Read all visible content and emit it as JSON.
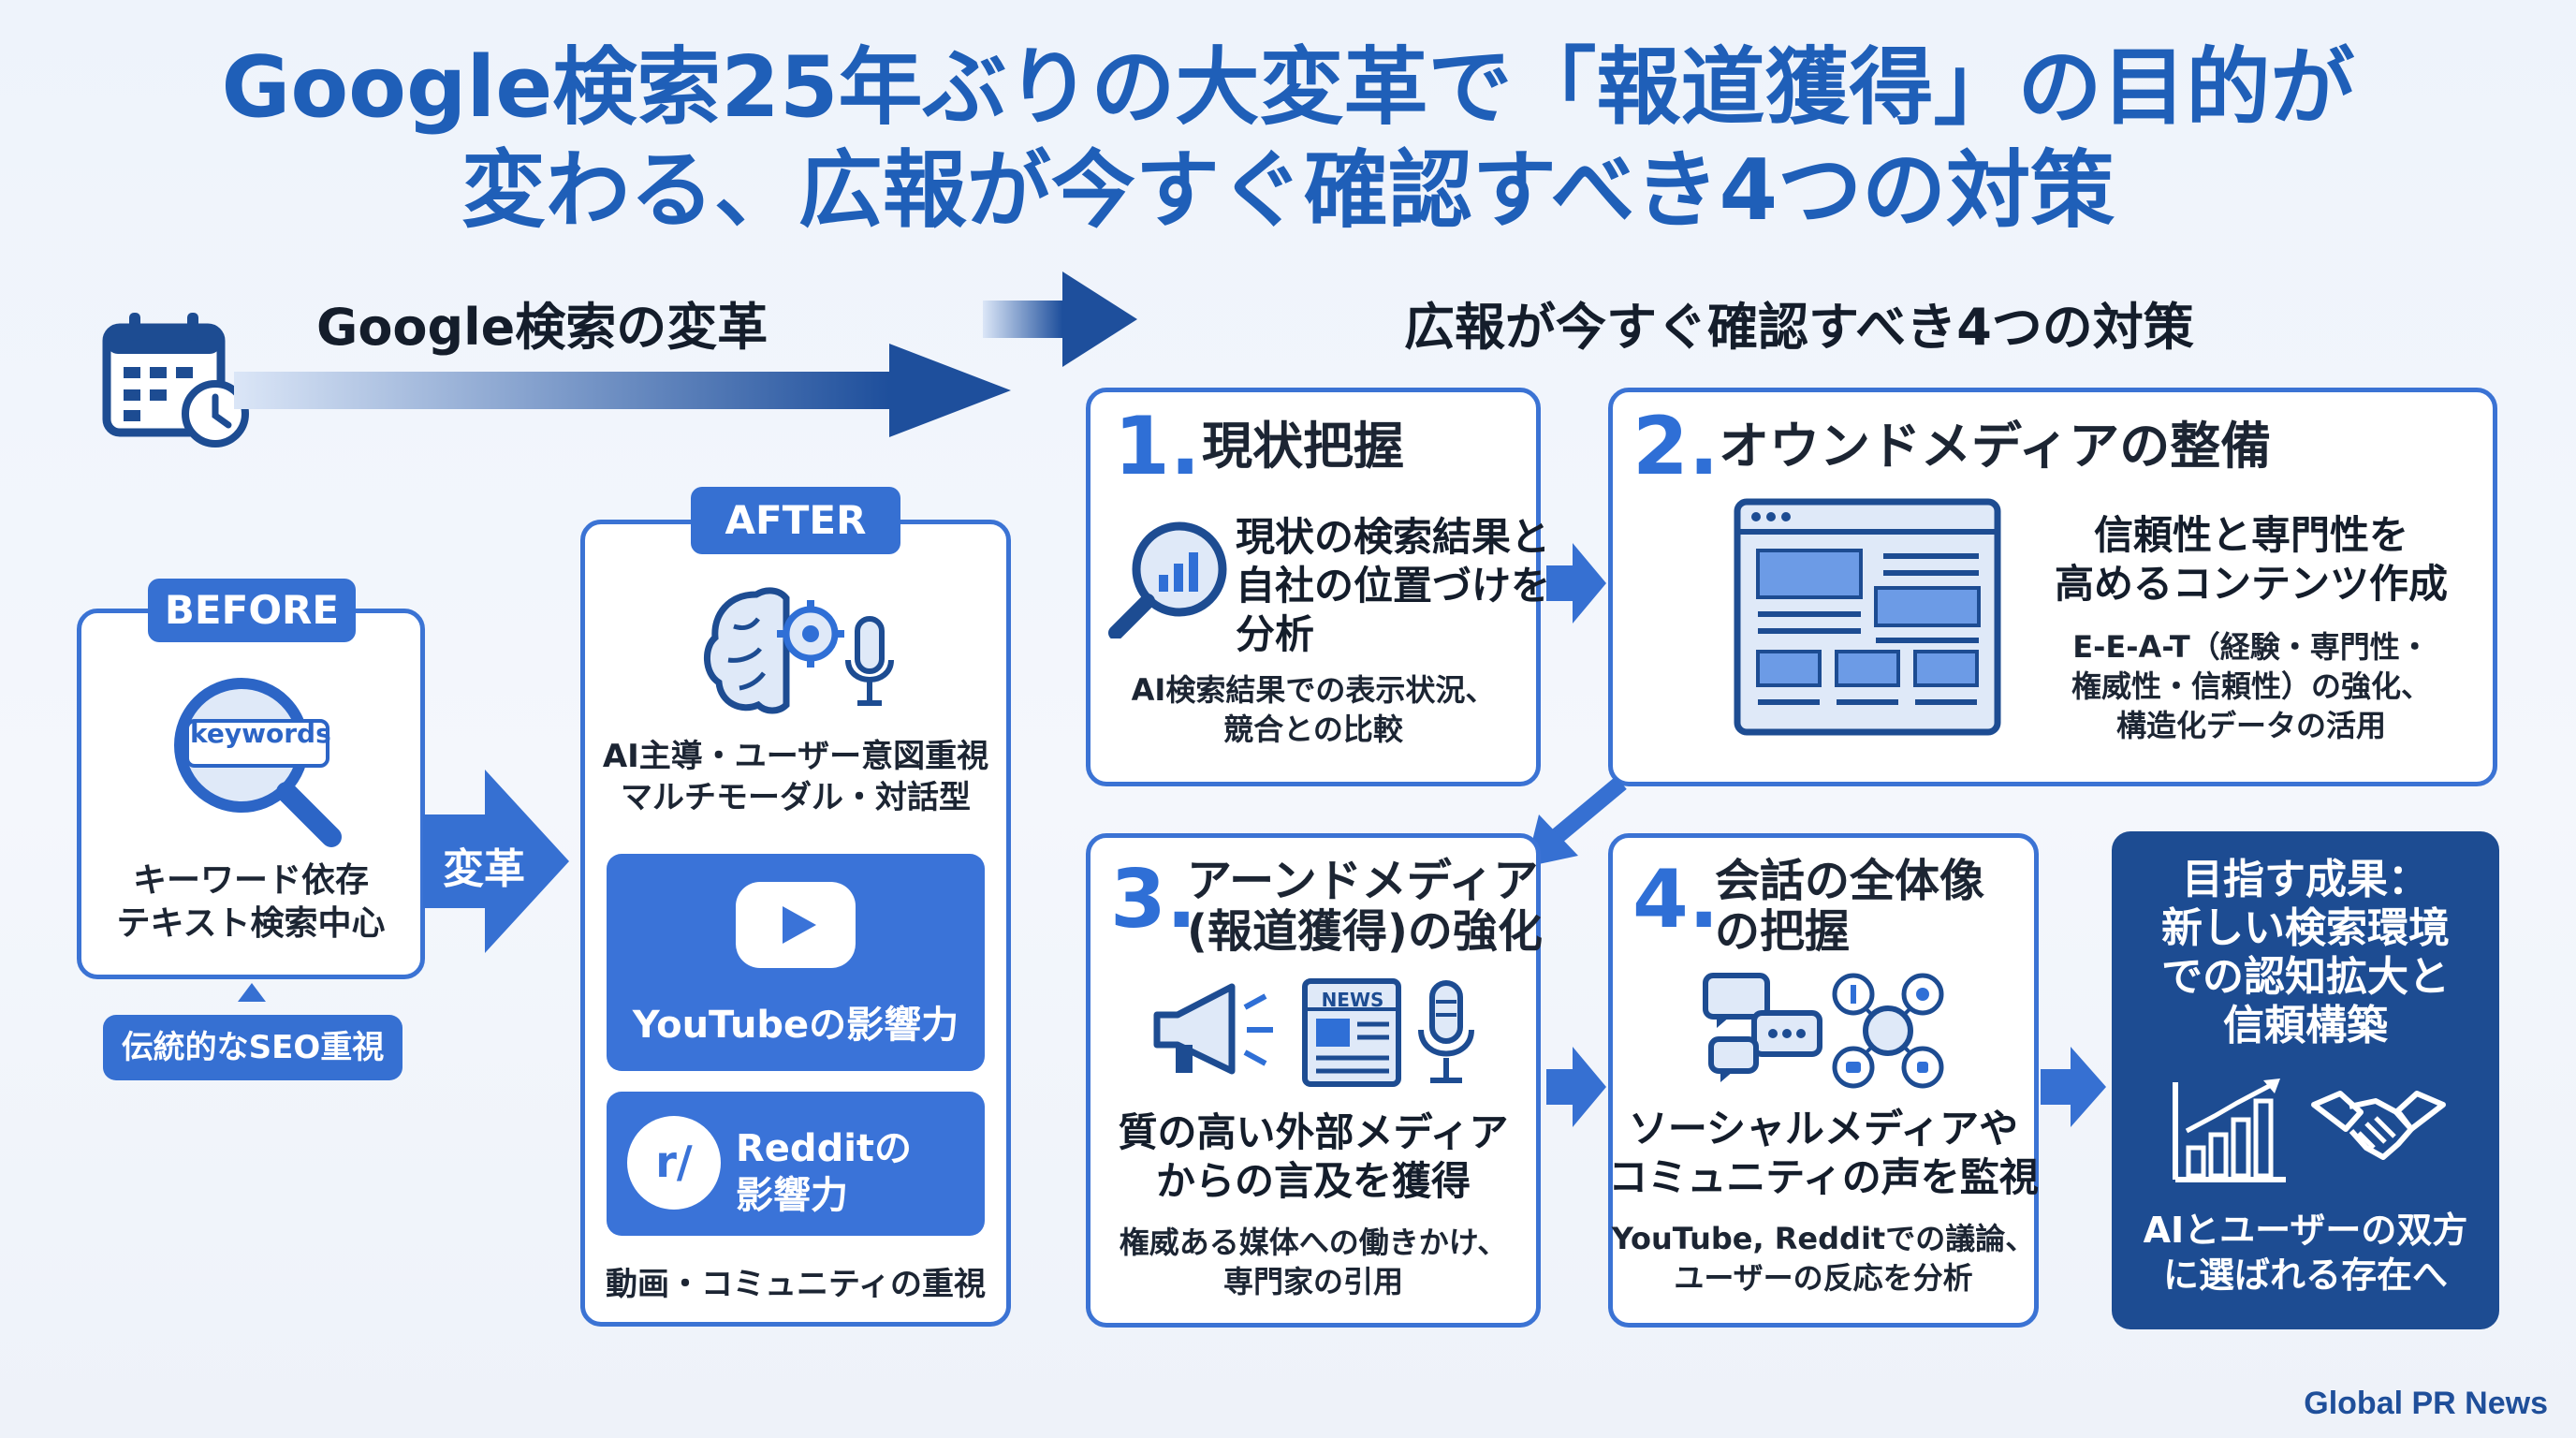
{
  "title": {
    "line1": "Google検索25年ぶりの大変革で「報道獲得」の目的が",
    "line2": "変わる、広報が今すぐ確認すべき4つの対策"
  },
  "left_header": {
    "label": "Google検索の変革",
    "icon": "calendar-clock-icon"
  },
  "right_header": {
    "label": "広報が今すぐ確認すべき4つの対策"
  },
  "before": {
    "badge": "BEFORE",
    "keyword_tag": "keywords",
    "desc_line1": "キーワード依存",
    "desc_line2": "テキスト検索中心",
    "note": "伝統的なSEO重視"
  },
  "transform_arrow": {
    "label": "変革"
  },
  "after": {
    "badge": "AFTER",
    "desc_line1": "AI主導・ユーザー意図重視",
    "desc_line2": "マルチモーダル・対話型",
    "youtube_label": "YouTubeの影響力",
    "reddit_logo": "r/",
    "reddit_line1": "Redditの",
    "reddit_line2": "影響力",
    "footer_text": "動画・コミュニティの重視"
  },
  "steps": [
    {
      "num": "1.",
      "title_line1": "現状把握",
      "main_line1": "現状の検索結果と",
      "main_line2": "自社の位置づけを",
      "main_line3": "分析",
      "sub_line1": "AI検索結果での表示状況、",
      "sub_line2": "競合との比較"
    },
    {
      "num": "2.",
      "title_line1": "オウンドメディアの整備",
      "main_line1": "信頼性と専門性を",
      "main_line2": "高めるコンテンツ作成",
      "sub_line1": "E-E-A-T（経験・専門性・",
      "sub_line2": "権威性・信頼性）の強化、",
      "sub_line3": "構造化データの活用"
    },
    {
      "num": "3.",
      "title_line1": "アーンドメディア",
      "title_line2": "(報道獲得)の強化",
      "news_label": "NEWS",
      "main_line1": "質の高い外部メディア",
      "main_line2": "からの言及を獲得",
      "sub_line1": "権威ある媒体への働きかけ、",
      "sub_line2": "専門家の引用"
    },
    {
      "num": "4.",
      "title_line1": "会話の全体像",
      "title_line2": "の把握",
      "main_line1": "ソーシャルメディアや",
      "main_line2": "コミュニティの声を監視",
      "sub_line1": "YouTube, Redditでの議論、",
      "sub_line2": "ユーザーの反応を分析"
    }
  ],
  "goal": {
    "line1": "目指す成果：",
    "line2": "新しい検索環境",
    "line3": "での認知拡大と",
    "line4": "信頼構築",
    "bottom_line1": "AIとユーザーの双方",
    "bottom_line2": "に選ばれる存在へ"
  },
  "footer": {
    "brand": "Global PR News"
  },
  "colors": {
    "primary_blue": "#3670d2",
    "title_blue": "#1f5fb8",
    "dark_blue": "#1d4c92",
    "background": "#eef3fb"
  }
}
